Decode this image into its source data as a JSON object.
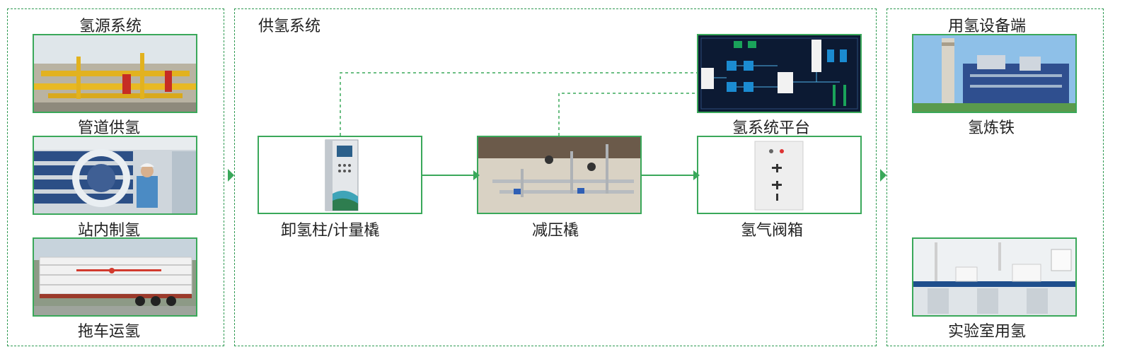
{
  "sections": {
    "source": {
      "title": "氢源系统",
      "items": [
        {
          "label": "管道供氢"
        },
        {
          "label": "站内制氢"
        },
        {
          "label": "拖车运氢"
        }
      ]
    },
    "supply": {
      "title": "供氢系统",
      "nodes": {
        "dispenser": {
          "label": "卸氢柱/计量橇"
        },
        "pressure": {
          "label": "减压橇"
        },
        "valvebox": {
          "label": "氢气阀箱"
        },
        "platform": {
          "label": "氢系统平台"
        }
      }
    },
    "terminal": {
      "title": "用氢设备端",
      "items": [
        {
          "label": "氢炼铁"
        },
        {
          "label": "实验室用氢"
        }
      ]
    }
  },
  "colors": {
    "border": "#2f9a52",
    "accent": "#3aa85a"
  }
}
